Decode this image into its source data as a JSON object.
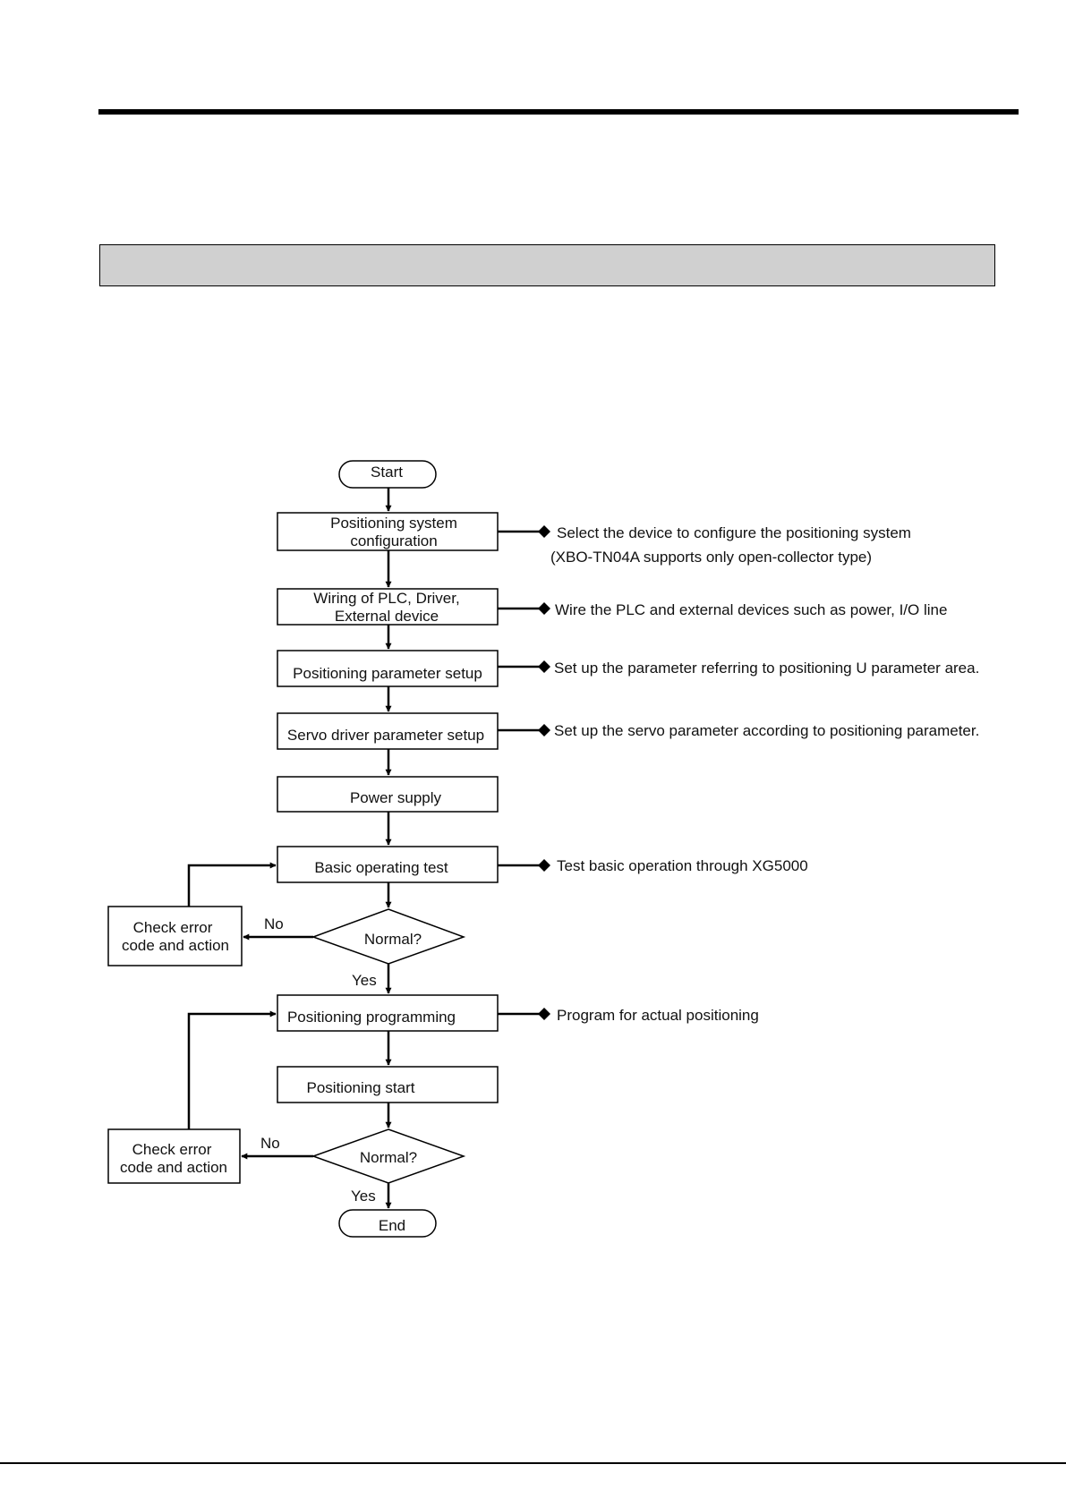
{
  "flowchart": {
    "start": "Start",
    "end": "End",
    "steps": {
      "system_config": [
        "Positioning system",
        "configuration"
      ],
      "wiring": [
        "Wiring of PLC, Driver,",
        "External device"
      ],
      "param_setup": "Positioning parameter setup",
      "servo_setup": "Servo driver parameter setup",
      "power": "Power supply",
      "basic_test": "Basic operating test",
      "programming": "Positioning programming",
      "pos_start": "Positioning start"
    },
    "decisions": {
      "normal_1": "Normal?",
      "normal_2": "Normal?"
    },
    "error_boxes": {
      "error_1": [
        "Check error",
        "code and action"
      ],
      "error_2": [
        "Check error",
        "code and action"
      ]
    },
    "branch_labels": {
      "no_1": "No",
      "yes_1": "Yes",
      "no_2": "No",
      "yes_2": "Yes"
    },
    "notes": {
      "system_config": [
        "Select the device to configure the positioning system",
        "(XBO-TN04A supports only open-collector type)"
      ],
      "wiring": "Wire the PLC and external devices such as power, I/O line",
      "param_setup": "Set up the parameter referring to positioning U parameter area.",
      "servo_setup": "Set up the servo parameter according to positioning parameter.",
      "basic_test": "Test basic operation through XG5000",
      "programming": "Program for actual positioning"
    }
  }
}
